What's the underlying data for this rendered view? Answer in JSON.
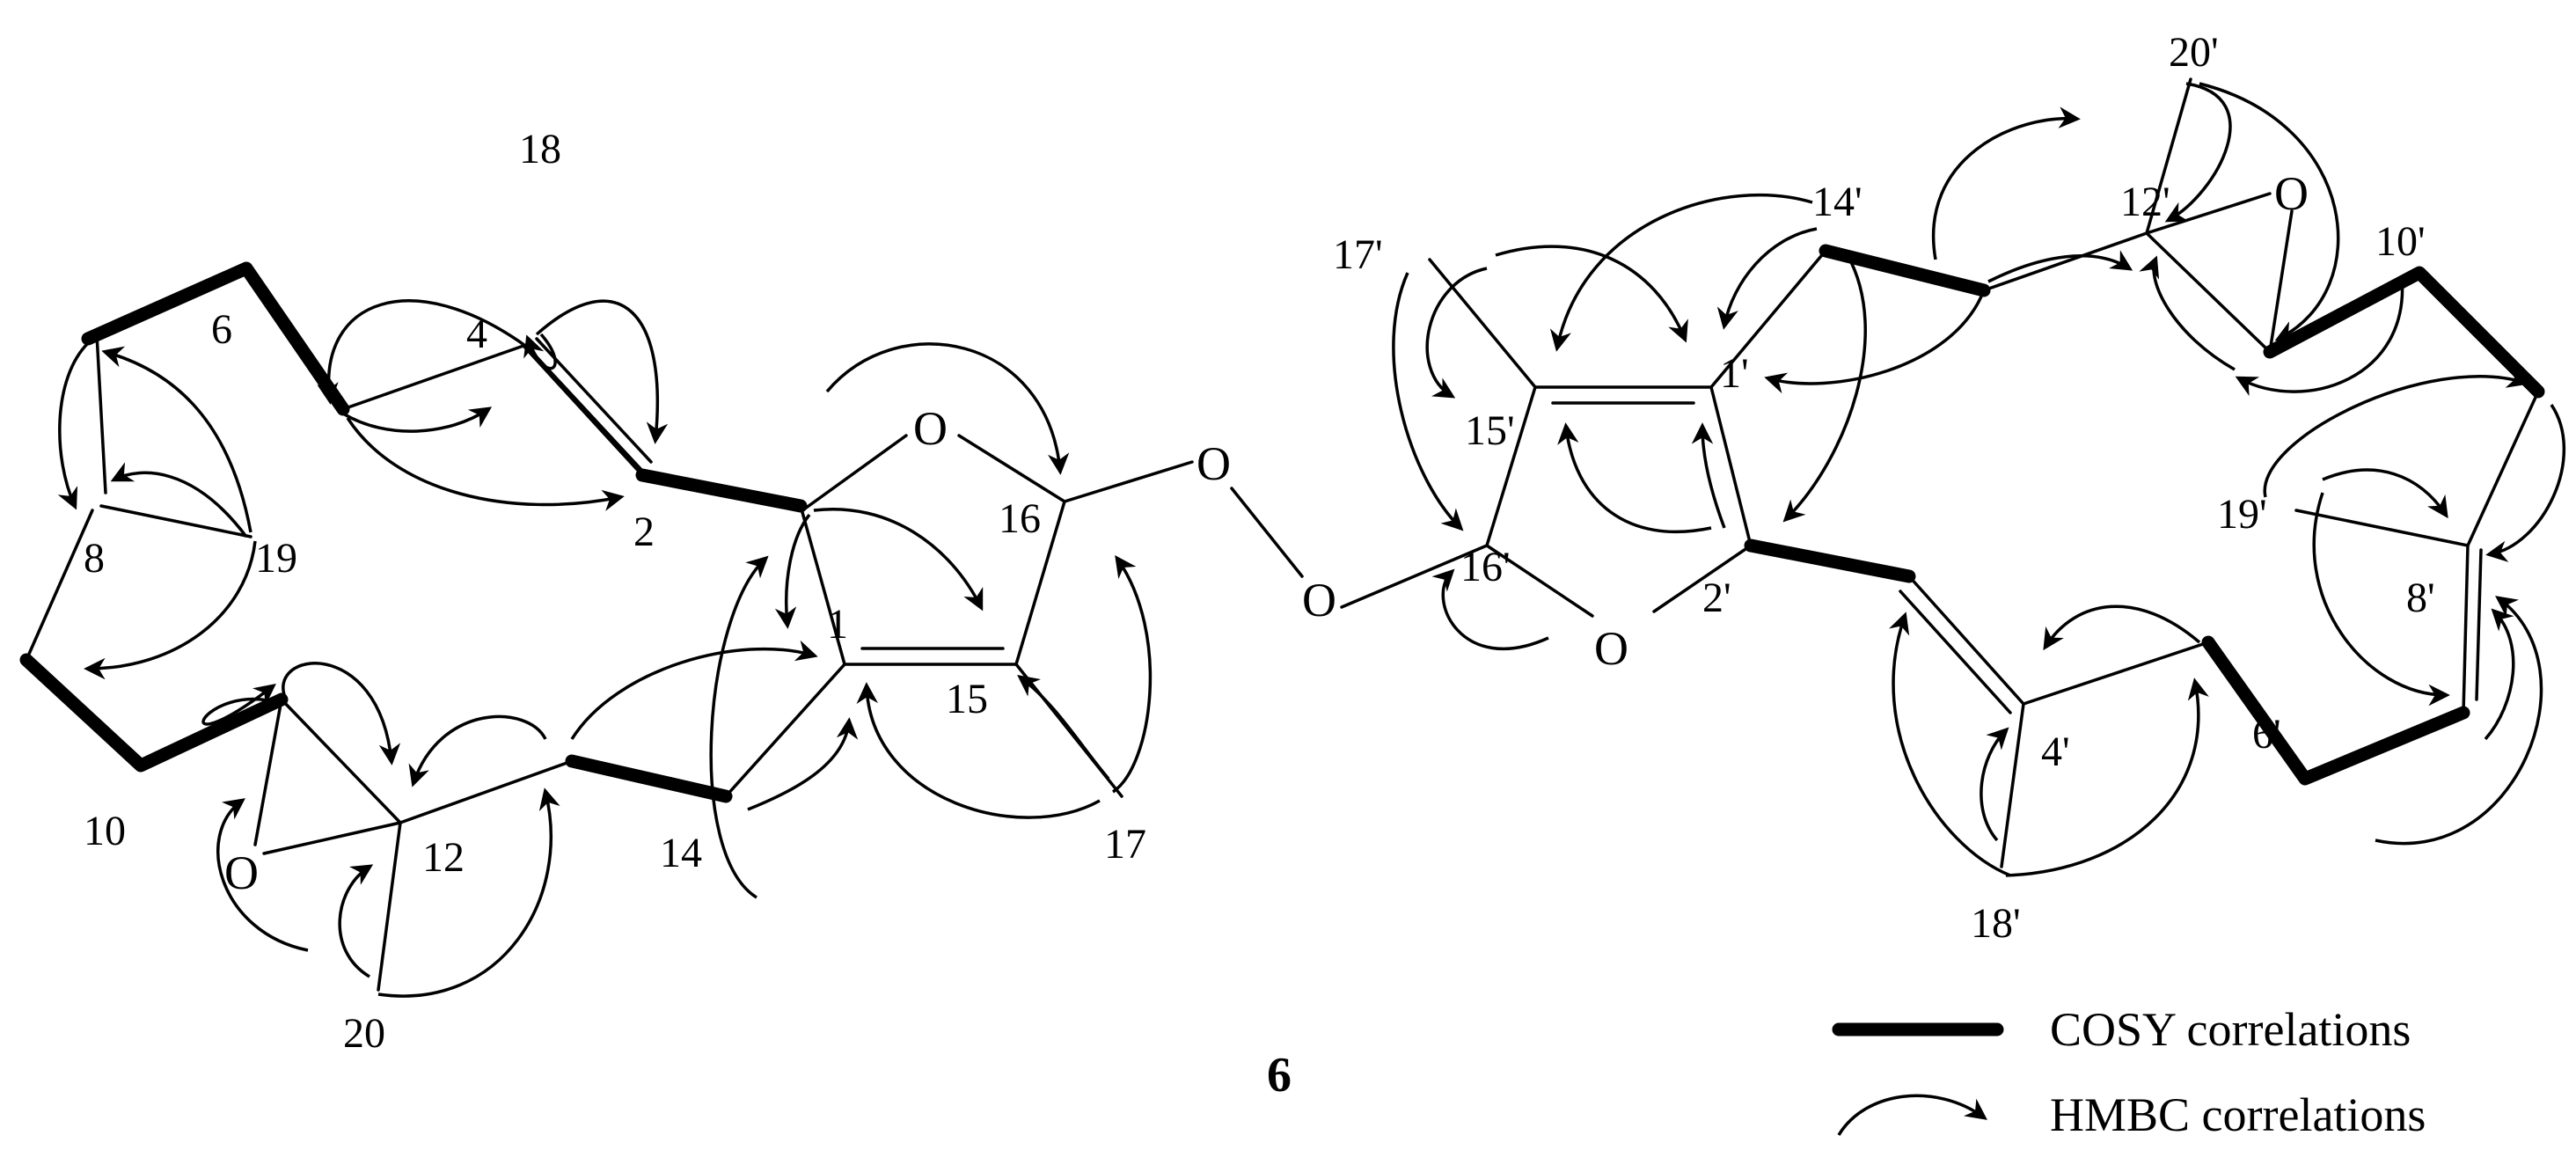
{
  "compound_label": "6",
  "atoms_left": {
    "c1": "1",
    "c2": "2",
    "c4": "4",
    "c6": "6",
    "c8": "8",
    "c10": "10",
    "c12": "12",
    "c14": "14",
    "c15": "15",
    "c16": "16",
    "c17": "17",
    "c18": "18",
    "c19": "19",
    "c20": "20",
    "o_ring": "O",
    "o_epoxide": "O"
  },
  "atoms_right": {
    "c1p": "1'",
    "c2p": "2'",
    "c4p": "4'",
    "c6p": "6'",
    "c8p": "8'",
    "c10p": "10'",
    "c12p": "12'",
    "c14p": "14'",
    "c15p": "15'",
    "c16p": "16'",
    "c17p": "17'",
    "c18p": "18'",
    "c19p": "19'",
    "c20p": "20'",
    "o_ring": "O",
    "o_epoxide": "O"
  },
  "peroxide": {
    "o_a": "O",
    "o_b": "O"
  },
  "legend": {
    "cosy_label": "COSY correlations",
    "hmbc_label": "HMBC correlations"
  }
}
